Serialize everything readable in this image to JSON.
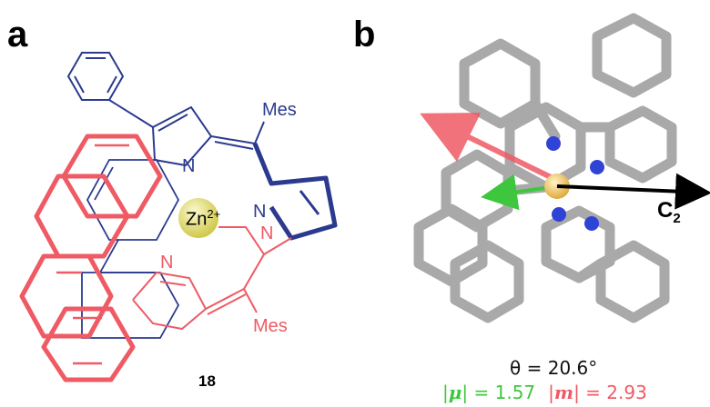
{
  "panels": {
    "a": {
      "label": "a"
    },
    "b": {
      "label": "b"
    }
  },
  "structure": {
    "compound_number": "18",
    "substituent_top": "Mes",
    "substituent_bottom": "Mes",
    "metal": "Zn",
    "metal_charge": "2+",
    "nitrogen_label": "N",
    "colors": {
      "blue_fragment": "#2b3a8f",
      "red_fragment": "#ef5a64",
      "metal_sphere": "#e4e07a"
    }
  },
  "model": {
    "axis_label": "C",
    "axis_subscript": "2",
    "theta_prefix": "θ = ",
    "theta_value": "20.6°",
    "mu_symbol": "μ",
    "mu_value": "1.57",
    "m_symbol": "m",
    "m_value": "2.93",
    "colors": {
      "mu_vector": "#3ec73e",
      "m_vector": "#ef5a64",
      "axis": "#000000",
      "carbon": "#a9a9a9",
      "nitrogen": "#2f43d6",
      "zinc": "#f1c24a"
    }
  }
}
